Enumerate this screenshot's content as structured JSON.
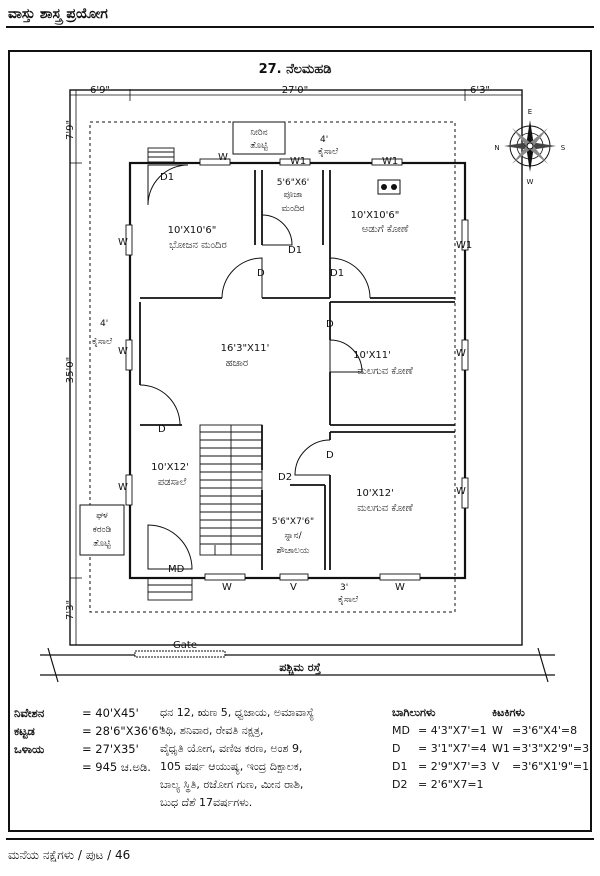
{
  "header": {
    "title": "ವಾಸ್ತು ಶಾಸ್ತ್ರ ಪ್ರಯೋಗ"
  },
  "plan": {
    "title": "27. ನೆಲಮಹಡಿ",
    "dimensions": {
      "left_setback": "6'9\"",
      "width": "27'0\"",
      "right_setback": "6'3\"",
      "top_setback": "7'9\"",
      "depth": "35'0\"",
      "bottom_setback": "7'3\""
    },
    "rooms": {
      "water_tank": {
        "line1": "ನೀರಿನ",
        "line2": "ತೊಟ್ಟಿ"
      },
      "dining": {
        "size": "10'X10'6\"",
        "name": "ಭೋಜನ ಮಂದಿರ"
      },
      "pooja": {
        "size": "5'6\"X6'",
        "line1": "ಪೂಜಾ",
        "line2": "ಮಂದಿರ"
      },
      "kitchen": {
        "size": "10'X10'6\"",
        "name": "ಅಡುಗೆ ಕೋಣೆ"
      },
      "hall": {
        "size": "16'3\"X11'",
        "name": "ಹಜಾರ"
      },
      "bed1": {
        "size": "10'X11'",
        "name": "ಮಲಗುವ ಕೋಣೆ"
      },
      "veranda": {
        "size": "10'X12'",
        "name": "ಪಡಸಾಲೆ"
      },
      "bath": {
        "size": "5'6\"X7'6\"",
        "line1": "ಸ್ನಾನ/",
        "line2": "ಶೌಚಾಲಯ"
      },
      "bed2": {
        "size": "10'X12'",
        "name": "ಮಲಗುವ ಕೋಣೆ"
      },
      "septic": {
        "line1": "ಘಳ",
        "line2": "ಕರಂಡಿ",
        "line3": "ತೊಟ್ಟಿ"
      }
    },
    "sunshades": {
      "top": {
        "size": "4'",
        "label": "ಕೈಸಾಲೆ"
      },
      "left": {
        "size": "4'",
        "label": "ಕೈಸಾಲೆ"
      },
      "bottom": {
        "size": "3'",
        "label": "ಕೈಸಾಲೆ"
      }
    },
    "openings": {
      "w": "W",
      "w1": "W1",
      "v": "V",
      "d": "D",
      "d1": "D1",
      "d2": "D2",
      "md": "MD"
    },
    "gate": "Gate",
    "road": "ಪಶ್ಚಿಮ ರಸ್ತೆ",
    "compass": {
      "n": "N",
      "e": "E",
      "s": "S",
      "w": "W"
    }
  },
  "site_info": [
    {
      "label": "ನಿವೇಶನ",
      "value": "= 40'X45'"
    },
    {
      "label": "ಕಟ್ಟಡ",
      "value": "= 28'6\"X36'6\""
    },
    {
      "label": "ಒಳಾಯ",
      "value": "= 27'X35'"
    },
    {
      "label": "",
      "value": "= 945 ಚ.ಅಡಿ."
    }
  ],
  "astro_lines": [
    "ಧನ 12, ಋಣ 5, ಧ್ವಜಾಯ, ಅಮಾವಾಸ್ಯೆ",
    "ತಿಥಿ, ಶನಿವಾರ, ರೇವತಿ ನಕ್ಷತ್ರ,",
    "ವೈಧೃತಿ ಯೋಗ, ವಣಿಜ ಕರಣ, ಅಂಶ 9,",
    "105 ವರ್ಷ ಆಯುಷ್ಯ, ಇಂದ್ರ ದಿಕ್ಪಾಲಕ,",
    "ಬಾಲ್ಯ ಸ್ಥಿತಿ, ರಜೋಗ ಗುಣ, ಮೀನ ರಾಶಿ,",
    "ಬುಧ ದೆಶೆ 17ವರ್ಷಗಳು."
  ],
  "doors": {
    "title": "ಬಾಗಿಲುಗಳು",
    "rows": [
      {
        "code": "MD",
        "spec": "= 4'3\"X7'=1"
      },
      {
        "code": "D",
        "spec": "= 3'1\"X7'=4"
      },
      {
        "code": "D1",
        "spec": "= 2'9\"X7'=3"
      },
      {
        "code": "D2",
        "spec": "= 2'6\"X7=1"
      }
    ]
  },
  "windows": {
    "title": "ಕಿಟಕಿಗಳು",
    "rows": [
      {
        "code": "W",
        "spec": "=3'6\"X4'=8"
      },
      {
        "code": "W1",
        "spec": "=3'3\"X2'9\"=3"
      },
      {
        "code": "V",
        "spec": "=3'6\"X1'9\"=1"
      }
    ]
  },
  "footer": {
    "text": "ಮನೆಯ ನಕ್ಷೆಗಳು / ಪುಟ / 46"
  }
}
